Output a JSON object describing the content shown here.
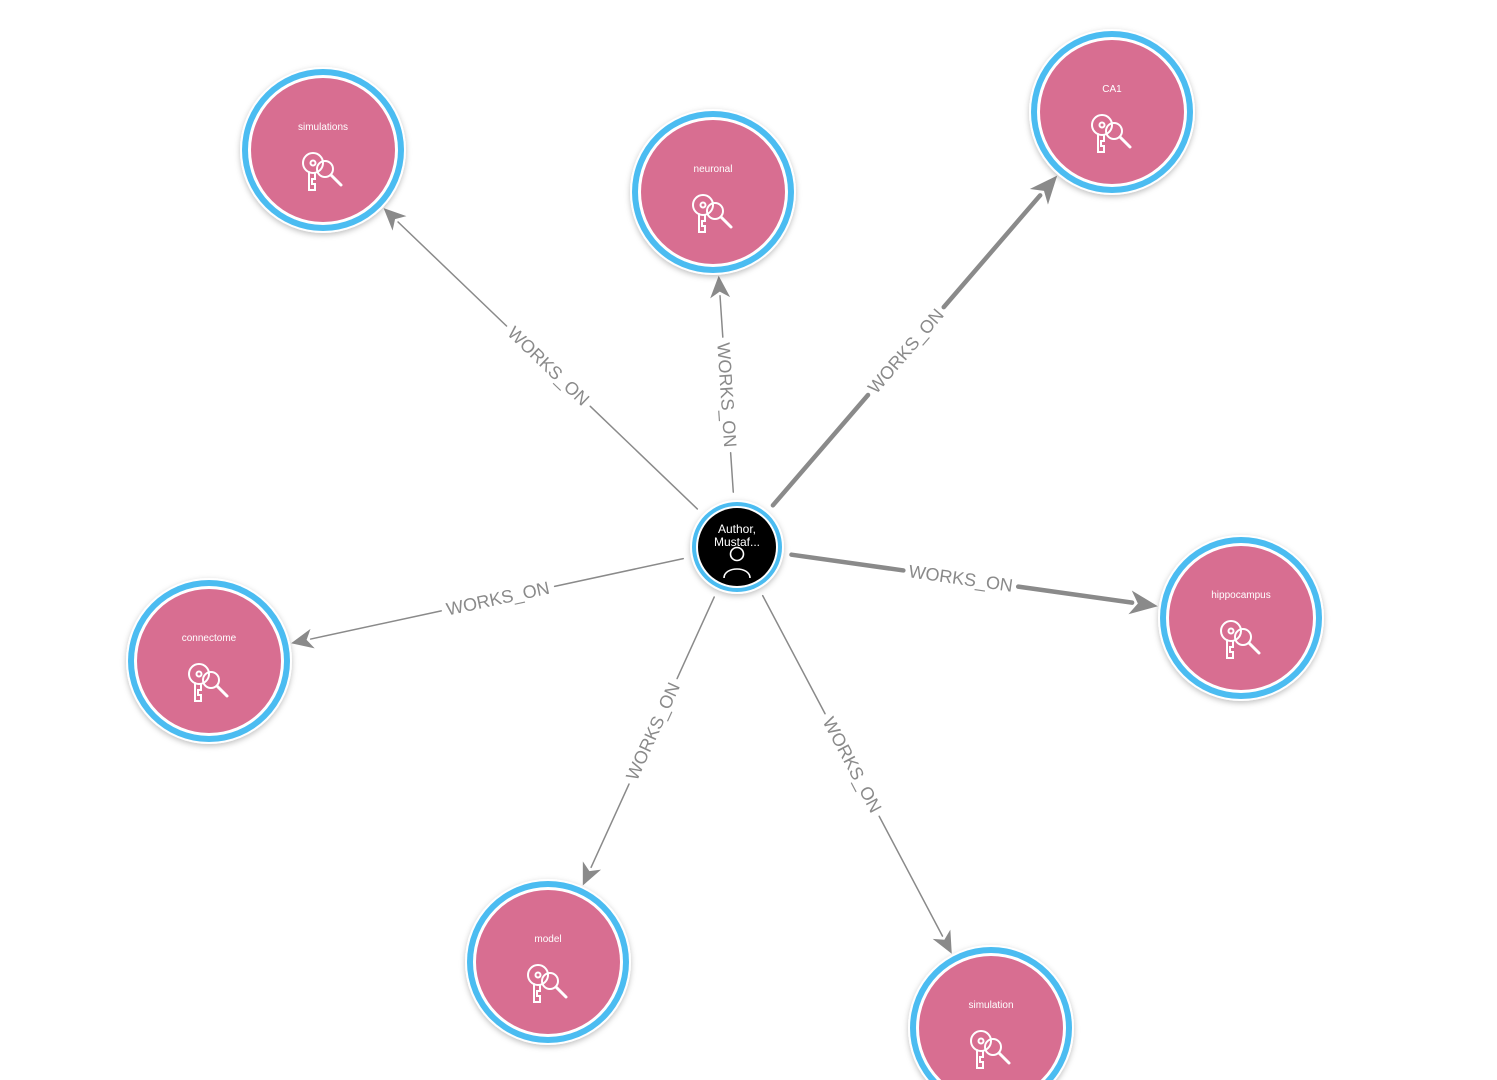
{
  "center": {
    "label_line1": "Author,",
    "label_line2": "Mustaf...",
    "icon": "person-icon",
    "fill": "#000000",
    "ring": "#4bbcf1"
  },
  "node_style": {
    "fill": "#d86e91",
    "ring": "#4bbcf1",
    "icon": "key-search-icon"
  },
  "edge_color": "#8a8a8a",
  "edges": [
    {
      "target": "simulations",
      "label": "WORKS_ON",
      "emphasis": false
    },
    {
      "target": "neuronal",
      "label": "WORKS_ON",
      "emphasis": false
    },
    {
      "target": "CA1",
      "label": "WORKS_ON",
      "emphasis": true
    },
    {
      "target": "hippocampus",
      "label": "WORKS_ON",
      "emphasis": true
    },
    {
      "target": "simulation",
      "label": "WORKS_ON",
      "emphasis": false
    },
    {
      "target": "model",
      "label": "WORKS_ON",
      "emphasis": false
    },
    {
      "target": "connectome",
      "label": "WORKS_ON",
      "emphasis": false
    }
  ]
}
